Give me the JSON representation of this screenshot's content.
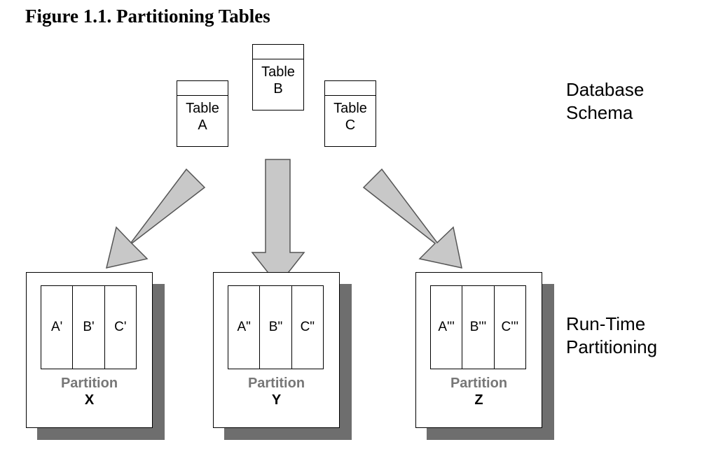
{
  "figure_title": "Figure 1.1. Partitioning Tables",
  "schema_tables": [
    {
      "line1": "Table",
      "line2": "A"
    },
    {
      "line1": "Table",
      "line2": "B"
    },
    {
      "line1": "Table",
      "line2": "C"
    }
  ],
  "side_labels": {
    "database_schema": [
      "Database",
      "Schema"
    ],
    "run_time_partitioning": [
      "Run-Time",
      "Partitioning"
    ]
  },
  "partitions": [
    {
      "columns": [
        "A'",
        "B'",
        "C'"
      ],
      "label": "Partition",
      "name": "X"
    },
    {
      "columns": [
        "A\"",
        "B\"",
        "C\""
      ],
      "label": "Partition",
      "name": "Y"
    },
    {
      "columns": [
        "A'''",
        "B'''",
        "C'''"
      ],
      "label": "Partition",
      "name": "Z"
    }
  ],
  "colors": {
    "arrow_fill": "#c8c8c8",
    "shadow": "#6e6e6e",
    "partition_label": "#777777"
  }
}
